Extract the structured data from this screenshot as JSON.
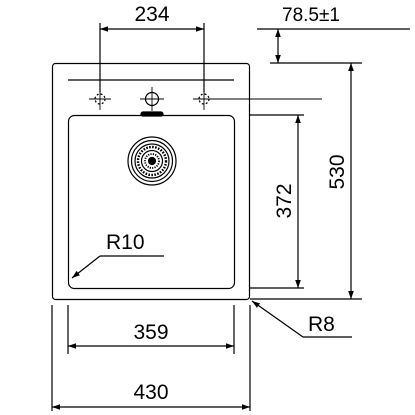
{
  "drawing": {
    "line_color": "#000000",
    "background": "#ffffff"
  },
  "dimensions": {
    "overall_width": "430",
    "inner_width": "359",
    "overall_height": "530",
    "inner_height": "372",
    "tap_hole_spacing": "234",
    "tap_hole_offset": "78.5±1",
    "inner_corner_radius": "R10",
    "outer_corner_radius": "R8"
  }
}
